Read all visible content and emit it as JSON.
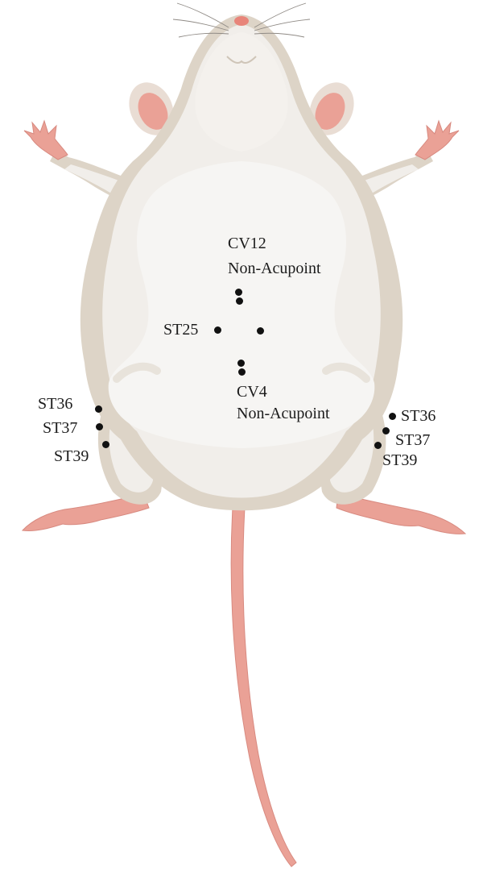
{
  "colors": {
    "body_fill": "#f1eeea",
    "body_shade": "#ddd4c7",
    "belly": "#f6f5f3",
    "pink": "#eaa196",
    "pink_dark": "#d88a80",
    "nose": "#e8857a",
    "dot": "#111111",
    "text": "#1c1c1c"
  },
  "labels": {
    "cv12": "CV12",
    "cv12_non_acupoint": "Non-Acupoint",
    "st25": "ST25",
    "cv4": "CV4",
    "cv4_non_acupoint": "Non-Acupoint",
    "left_st36": "ST36",
    "left_st37": "ST37",
    "left_st39": "ST39",
    "right_st36": "ST36",
    "right_st37": "ST37",
    "right_st39": "ST39"
  }
}
